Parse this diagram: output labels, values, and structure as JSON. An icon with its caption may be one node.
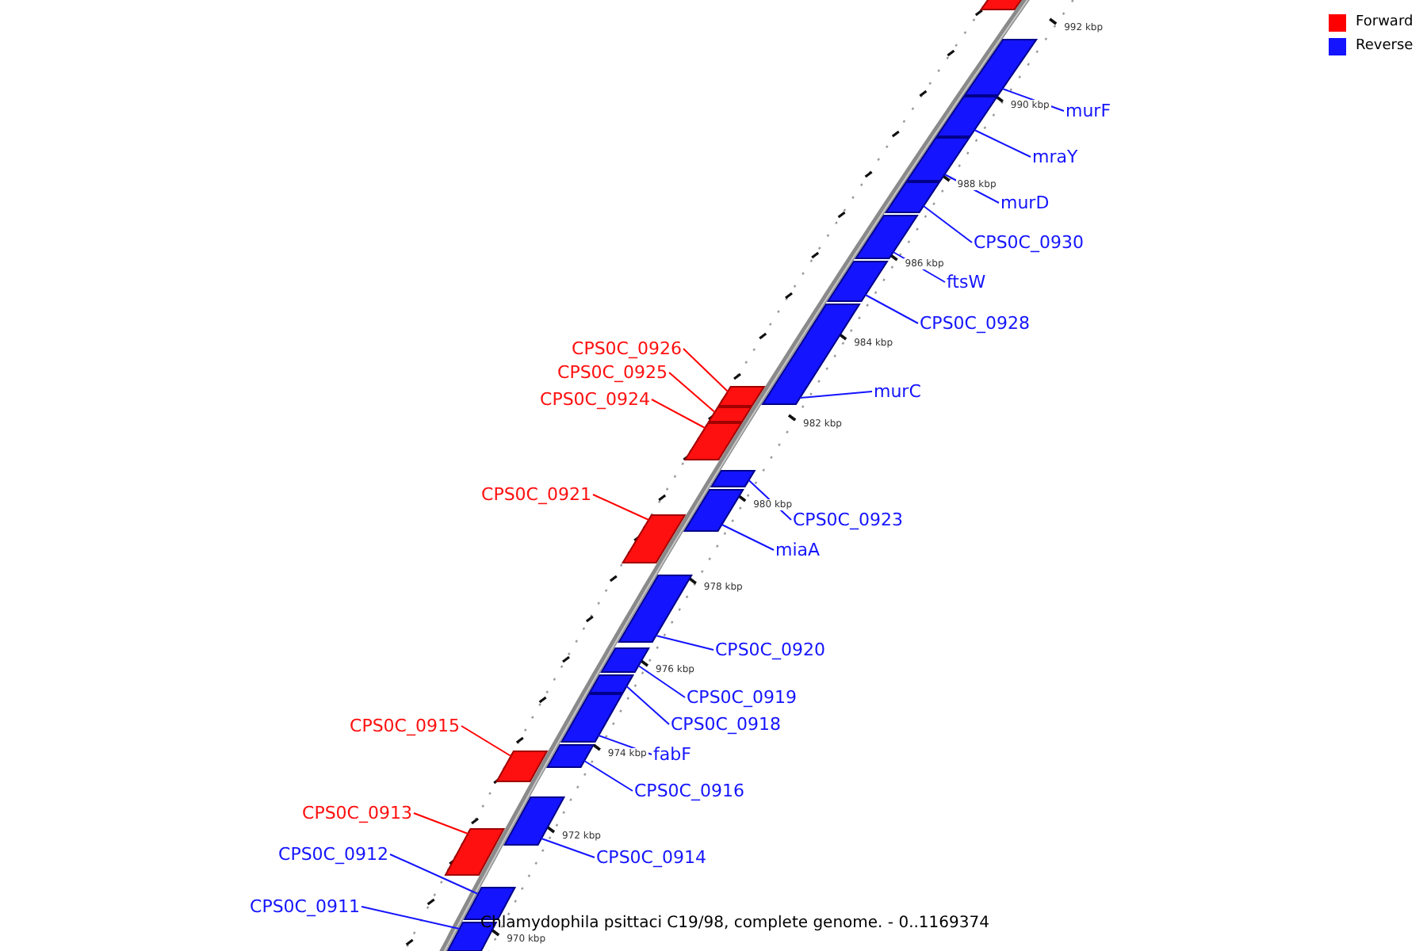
{
  "diagram": {
    "caption": "Chlamydophila psittaci C19/98, complete genome. - 0..1169374",
    "nodes": [
      {
        "text": [],
        "shape": "bar"
      },
      {
        "text": [
          "murF"
        ]
      },
      {
        "text": [],
        "shape": "bar"
      },
      {
        "text": [
          "mraY"
        ]
      },
      {
        "text": [],
        "shape": "bar"
      },
      {
        "text": [
          "murD"
        ]
      },
      {
        "text": [],
        "shape": "bar"
      },
      {
        "text": [
          "CPS0C_0930"
        ]
      },
      {
        "text": [],
        "shape": "bar"
      },
      {
        "text": [
          "ftsW"
        ]
      },
      {
        "text": [],
        "shape": "bar"
      },
      {
        "text": [
          "CPS0C_0928"
        ]
      },
      {
        "text": [],
        "shape": "bar"
      },
      {
        "text": [
          "CPS0C_0926"
        ]
      },
      {
        "text": [],
        "shape": "bar"
      },
      {
        "text": [
          "CPS0C_0925"
        ]
      },
      {
        "text": [],
        "shape": "bar"
      },
      {
        "text": [
          "murC"
        ]
      },
      {
        "text": [],
        "shape": "bar"
      },
      {
        "text": [
          "CPS0C_0924"
        ]
      },
      {
        "text": [],
        "shape": "bar"
      },
      {
        "text": [
          "CPS0C_0921"
        ]
      },
      {
        "text": [],
        "shape": "bar"
      },
      {
        "text": [
          "CPS0C_0923"
        ]
      },
      {
        "text": [],
        "shape": "bar"
      },
      {
        "text": [
          "miaA"
        ]
      },
      {
        "text": [],
        "shape": "bar"
      },
      {
        "text": [
          "CPS0C_0920"
        ]
      },
      {
        "text": [],
        "shape": "bar"
      },
      {
        "text": [
          "CPS0C_0919"
        ]
      },
      {
        "text": [],
        "shape": "bar"
      },
      {
        "text": [
          "CPS0C_0918"
        ]
      },
      {
        "text": [],
        "shape": "bar"
      },
      {
        "text": [
          "CPS0C_0915"
        ]
      },
      {
        "text": [],
        "shape": "bar"
      },
      {
        "text": [
          "fabF"
        ]
      },
      {
        "text": [],
        "shape": "bar"
      },
      {
        "text": [
          "CPS0C_0916"
        ]
      },
      {
        "text": [],
        "shape": "bar"
      },
      {
        "text": [
          "CPS0C_0913"
        ]
      },
      {
        "text": [],
        "shape": "bar"
      },
      {
        "text": [
          "CPS0C_0912"
        ]
      },
      {
        "text": [],
        "shape": "bar"
      },
      {
        "text": [
          "CPS0C_0914"
        ]
      },
      {
        "text": [],
        "shape": "bar"
      },
      {
        "text": [
          "CPS0C_0911"
        ]
      },
      {
        "text": [],
        "shape": "bar"
      }
    ],
    "edges": [
      {
        "from": 1,
        "to": 2,
        "arrow": "none"
      },
      {
        "from": 3,
        "to": 4,
        "arrow": "none"
      },
      {
        "from": 5,
        "to": 6,
        "arrow": "none"
      },
      {
        "from": 7,
        "to": 8,
        "arrow": "none"
      },
      {
        "from": 9,
        "to": 10,
        "arrow": "none"
      },
      {
        "from": 11,
        "to": 12,
        "arrow": "none"
      },
      {
        "from": 13,
        "to": 14,
        "arrow": "none",
        "color": "#ff0000"
      },
      {
        "from": 15,
        "to": 16,
        "arrow": "none",
        "color": "#ff0000"
      },
      {
        "from": 17,
        "to": 18,
        "arrow": "none"
      },
      {
        "from": 19,
        "to": 20,
        "arrow": "none",
        "color": "#ff0000"
      },
      {
        "from": 21,
        "to": 22,
        "arrow": "none",
        "color": "#ff0000"
      },
      {
        "from": 23,
        "to": 24,
        "arrow": "none"
      },
      {
        "from": 25,
        "to": 26,
        "arrow": "none"
      },
      {
        "from": 27,
        "to": 28,
        "arrow": "none"
      },
      {
        "from": 29,
        "to": 30,
        "arrow": "none"
      },
      {
        "from": 31,
        "to": 32,
        "arrow": "none"
      },
      {
        "from": 33,
        "to": 34,
        "arrow": "none",
        "color": "#ff0000"
      },
      {
        "from": 35,
        "to": 36,
        "arrow": "none"
      },
      {
        "from": 37,
        "to": 38,
        "arrow": "none"
      },
      {
        "from": 39,
        "to": 40,
        "arrow": "none",
        "color": "#ff0000"
      },
      {
        "from": 41,
        "to": 42,
        "arrow": "none"
      },
      {
        "from": 43,
        "to": 44,
        "arrow": "none"
      },
      {
        "from": 45,
        "to": 46,
        "arrow": "none"
      }
    ],
    "labels": [
      "992 kbp",
      "990 kbp",
      "988 kbp",
      "986 kbp",
      "984 kbp",
      "982 kbp",
      "980 kbp",
      "978 kbp",
      "976 kbp",
      "974 kbp",
      "972 kbp",
      "970 kbp"
    ],
    "legend": [
      {
        "text": "Forward",
        "color": "#ff0000"
      },
      {
        "text": "Reverse",
        "color": "#1414ff"
      }
    ]
  }
}
